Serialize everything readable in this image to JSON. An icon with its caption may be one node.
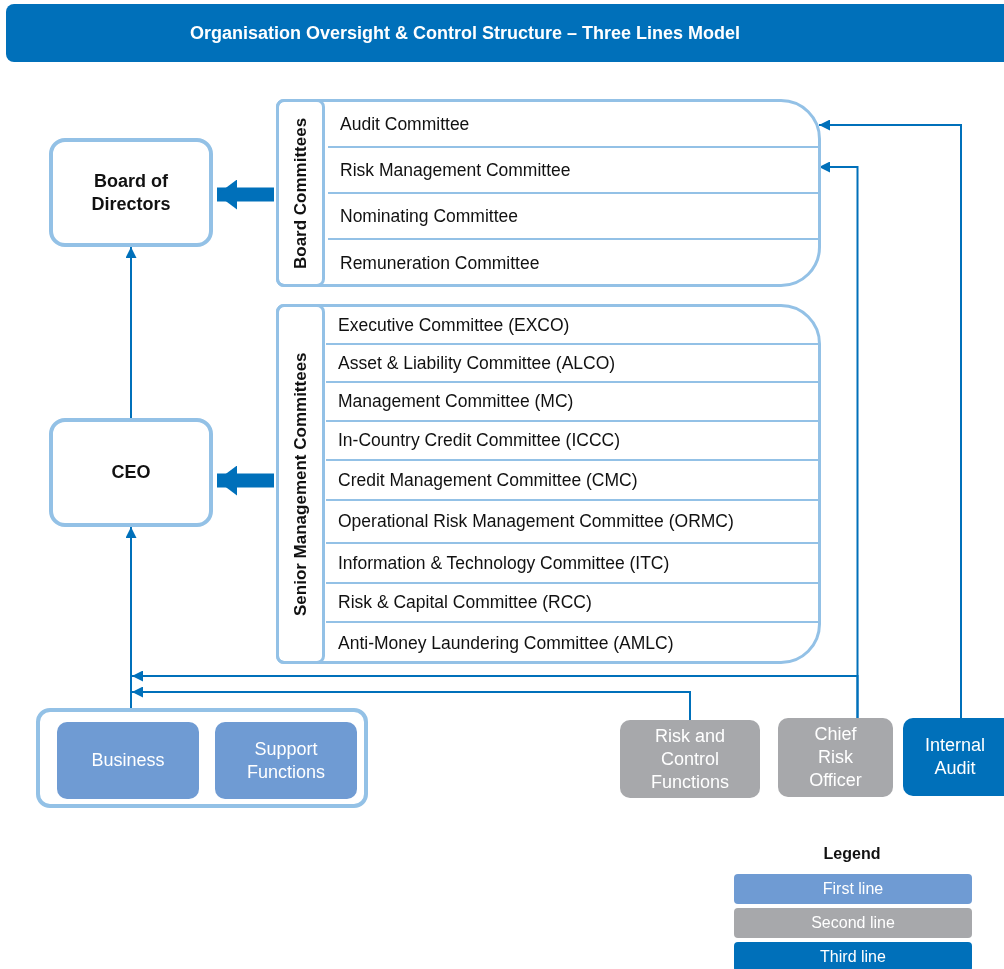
{
  "diagram": {
    "title": "Organisation Oversight & Control Structure – Three Lines Model",
    "nodes": [
      {
        "text": [
          "Board of Directors"
        ]
      },
      {
        "text": [
          "CEO"
        ]
      },
      {
        "text": [
          "Board Committees"
        ]
      },
      {
        "text": [
          "Audit Committee"
        ],
        "in": 2
      },
      {
        "text": [
          "Risk Management Committee"
        ],
        "in": 2
      },
      {
        "text": [
          "Nominating Committee"
        ],
        "in": 2
      },
      {
        "text": [
          "Remuneration Committee"
        ],
        "in": 2
      },
      {
        "text": [
          "Senior Management Committees"
        ]
      },
      {
        "text": [
          "Executive Committee (EXCO)"
        ],
        "in": 7
      },
      {
        "text": [
          "Asset & Liability Committee (ALCO)"
        ],
        "in": 7
      },
      {
        "text": [
          "Management Committee (MC)"
        ],
        "in": 7
      },
      {
        "text": [
          "In-Country Credit Committee (ICCC)"
        ],
        "in": 7
      },
      {
        "text": [
          "Credit Management Committee (CMC)"
        ],
        "in": 7
      },
      {
        "text": [
          "Operational Risk Management Committee (ORMC)"
        ],
        "in": 7
      },
      {
        "text": [
          "Information & Technology Committee (ITC)"
        ],
        "in": 7
      },
      {
        "text": [
          "Risk & Capital Committee (RCC)"
        ],
        "in": 7
      },
      {
        "text": [
          "Anti-Money Laundering Committee (AMLC)"
        ],
        "in": 7
      },
      {
        "text": [],
        "shape": "box"
      },
      {
        "text": [
          "Business"
        ],
        "in": 17
      },
      {
        "text": [
          "Support Functions"
        ],
        "in": 17
      },
      {
        "text": [
          "Risk and Control Functions"
        ]
      },
      {
        "text": [
          "Chief Risk Officer"
        ]
      },
      {
        "text": [
          "Internal Audit"
        ]
      }
    ],
    "edges": [
      {
        "from": 2,
        "to": 0,
        "arrow": "to",
        "style": "thick"
      },
      {
        "from": 7,
        "to": 1,
        "arrow": "to",
        "style": "thick"
      },
      {
        "from": 1,
        "to": 0,
        "arrow": "to"
      },
      {
        "from": 17,
        "to": 1,
        "arrow": "to"
      },
      {
        "from": 20,
        "to": 17,
        "arrow": "to"
      },
      {
        "from": 21,
        "to": 17,
        "arrow": "to"
      },
      {
        "from": 21,
        "to": 4,
        "arrow": "to"
      },
      {
        "from": 22,
        "to": 3,
        "arrow": "to"
      }
    ],
    "labels": [
      "Legend"
    ],
    "legend": [
      {
        "text": "First line",
        "color": "#6f9bd3"
      },
      {
        "text": "Second line",
        "color": "#a7a8ab"
      },
      {
        "text": "Third line",
        "color": "#0070ba"
      }
    ]
  }
}
